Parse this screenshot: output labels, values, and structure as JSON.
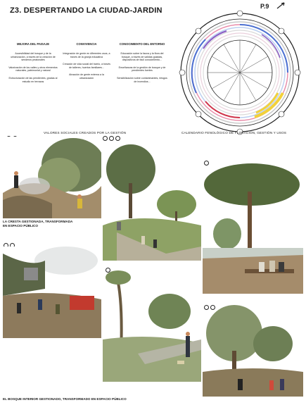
{
  "header": {
    "strip_text": "",
    "title": "Z3. DESPERTANDO LA CIUDAD-JARDIN",
    "page_number": "P.9"
  },
  "columns": [
    {
      "heading": "MEJORA DEL PAISAJE",
      "paragraphs": [
        "Accesibilidad del bosque y de la urbanización, a través de la creación de senderos peatonales",
        "Valorización de los valles y otros elementos naturales, patrimonial y natural",
        "Estructuración de las pendientes, gradas al estudio en terrazas"
      ]
    },
    {
      "heading": "CONVIVENCIA",
      "paragraphs": [
        "Integración de gente en diferentes usos, a través de la granja educativa",
        "Creación de vida social del barrio, a través de talleres, huertos familiares...",
        "Atracción de gente externa a la urbanización"
      ]
    },
    {
      "heading": "CONOCIMIENTO DEL ENTORNO",
      "paragraphs": [
        "Educación sobre la fauna y la flora del bosque, a través de salidas guiadas, dispositivos de fácil conocimiento...",
        "Enseñanzas de la gestión de bosque y de pendientes fuertes",
        "Sensibilización sobre contaminantes, riesgos de incendios..."
      ]
    }
  ],
  "section_labels": {
    "values": "VALORES SOCIALES CREADOS POR LA GESTIÓN",
    "calendar": "CALENDARIO FENOLÓGICO DE FLORACIÓN, GESTIÓN Y USOS"
  },
  "captions": {
    "crest": "LA CRESTA GESTIONADA, TRANSFORMADA EN ESPACIO PÚBLICO",
    "forest": "EL BOSQUE INTERIOR GESTIONADO, TRANSFORMADO EN ESPACIO PÚBLICO"
  },
  "colors": {
    "ring_pink": "#e88aa8",
    "ring_blue": "#4a6fd1",
    "ring_yellow": "#f2d13a",
    "ring_red": "#d0334a",
    "ring_purple": "#8a5bc4"
  }
}
